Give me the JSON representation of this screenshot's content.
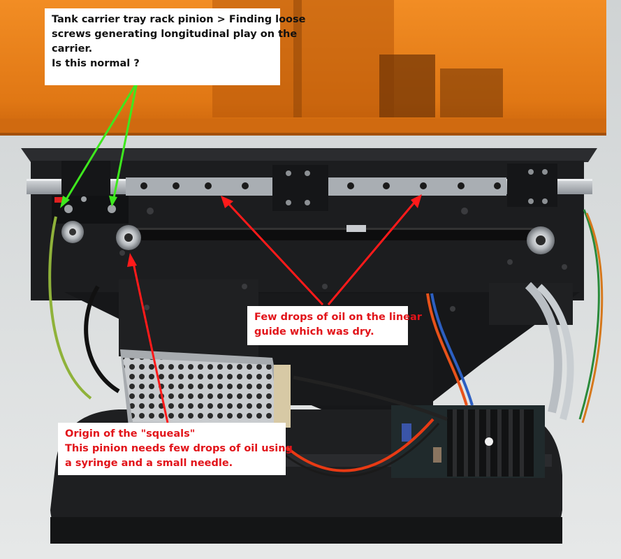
{
  "scene": {
    "subject": "resin-3d-printer-rear-view",
    "colors": {
      "cover_orange": "#e8831c",
      "chassis_black": "#1c1d1f",
      "background": "#d9dcdd",
      "arrow_green": "#3ee81e",
      "arrow_red": "#ff1a1a",
      "label_red": "#e2141a"
    }
  },
  "annotations": {
    "pinion_screws": {
      "lines": [
        "Tank carrier tray rack pinion > Finding loose",
        "screws generating longitudinal play on the",
        "carrier.",
        "Is this normal ?"
      ]
    },
    "linear_guide": {
      "lines": [
        "Few drops of oil on the linear",
        "guide which was dry."
      ]
    },
    "squeals": {
      "lines": [
        "Origin of the \"squeals\"",
        "This pinion needs few drops of oil using",
        "a syringe and a small needle."
      ]
    }
  }
}
